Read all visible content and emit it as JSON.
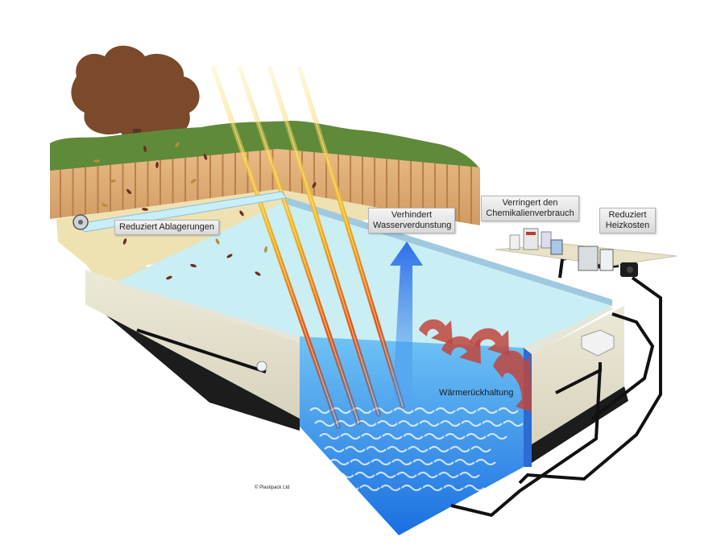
{
  "labels": {
    "debris": "Reduziert Ablagerungen",
    "evaporation_line1": "Verhindert",
    "evaporation_line2": "Wasserverdunstung",
    "chemicals_line1": "Verringert den",
    "chemicals_line2": "Chemikalienverbrauch",
    "heating_line1": "Reduziert",
    "heating_line2": "Heizkosten",
    "heat_retention": "Wärmerückhaltung"
  },
  "copyright": "© Plastipack Ltd",
  "colors": {
    "water_light": "#c9eef4",
    "water_deep": "#1f7fe6",
    "pool_wall": "#e6e2d0",
    "fence": "#d9a36c",
    "hedge": "#5e8a3a",
    "tree": "#7a4a2a",
    "sun_ray": "#f0c020",
    "evaporation_arrow": "#2d6fe8",
    "heat_arrow": "#c0453c"
  },
  "icons": [
    "cover-reel-icon",
    "chemical-bottles-icon",
    "heater-pump-icon",
    "skimmer-icon",
    "leaf-icon"
  ]
}
